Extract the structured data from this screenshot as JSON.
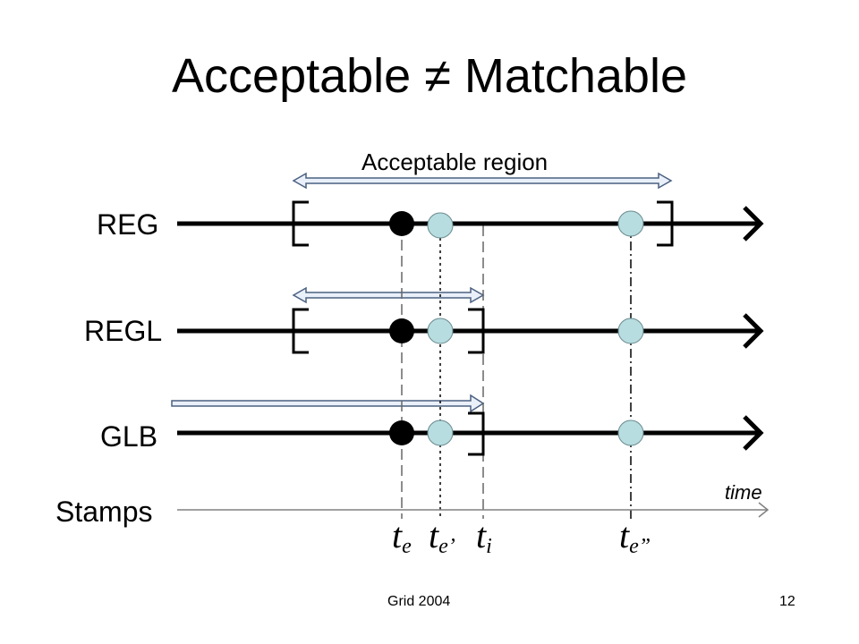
{
  "slide": {
    "title": "Acceptable ≠ Matchable",
    "footer_left": "Grid 2004",
    "page_number": "12"
  },
  "diagram": {
    "region_label": "Acceptable region",
    "axis_label": "time",
    "rows": [
      {
        "id": "reg",
        "label": "REG"
      },
      {
        "id": "regl",
        "label": "REGL"
      },
      {
        "id": "glb",
        "label": "GLB"
      },
      {
        "id": "stamps",
        "label": "Stamps"
      }
    ],
    "stamps": [
      {
        "main": "t",
        "sub": "e"
      },
      {
        "main": "t",
        "sub": "e’"
      },
      {
        "main": "t",
        "sub": "i"
      },
      {
        "main": "t",
        "sub": "e”"
      }
    ],
    "colors": {
      "line": "#000000",
      "filled_dot": "#000000",
      "light_dot": "#b8dde0",
      "region_arrow_fill": "#eaf0fa",
      "region_arrow_stroke": "#4a6080",
      "axis": "#808080"
    }
  }
}
